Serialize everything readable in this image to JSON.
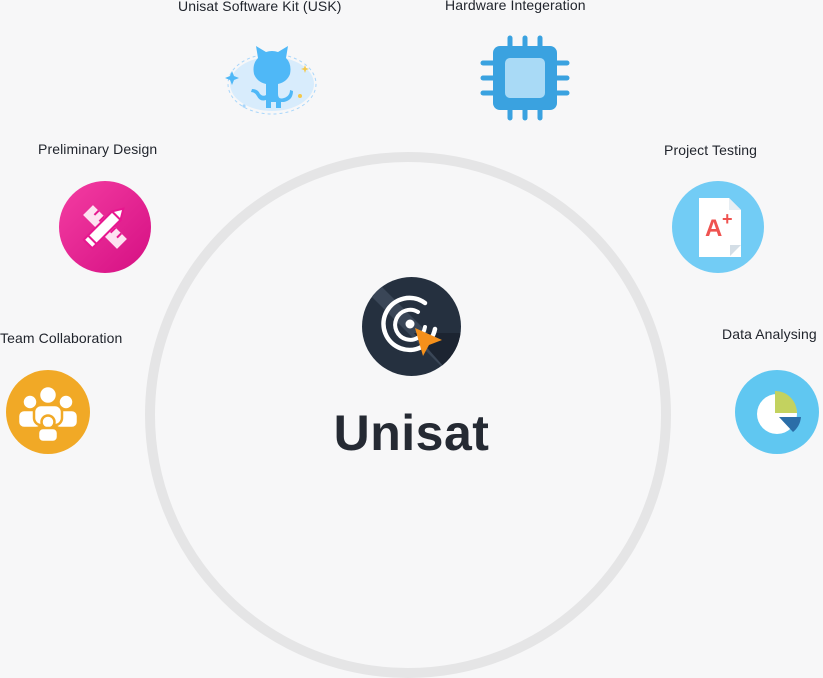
{
  "brand": {
    "name": "Unisat",
    "logo_icon": "target-cursor-icon"
  },
  "features": [
    {
      "id": "usk",
      "label": "Unisat Software Kit (USK)",
      "icon": "github-octocat-icon"
    },
    {
      "id": "hardware",
      "label": "Hardware Integeration",
      "icon": "chip-icon"
    },
    {
      "id": "design",
      "label": "Preliminary Design",
      "icon": "pencil-ruler-icon"
    },
    {
      "id": "testing",
      "label": "Project Testing",
      "icon": "graded-document-icon"
    },
    {
      "id": "team",
      "label": "Team Collaboration",
      "icon": "team-group-icon"
    },
    {
      "id": "data",
      "label": "Data Analysing",
      "icon": "pie-chart-icon"
    }
  ],
  "colors": {
    "background": "#f7f7f8",
    "ring": "#e5e5e6",
    "github": "#4fb8f7",
    "chip": "#3aa2e0",
    "design": "#e7178f",
    "testing": "#72ccf5",
    "team": "#f1a926",
    "data": "#60c7f1",
    "logo_dark": "#25303f",
    "logo_accent": "#f5901b"
  }
}
